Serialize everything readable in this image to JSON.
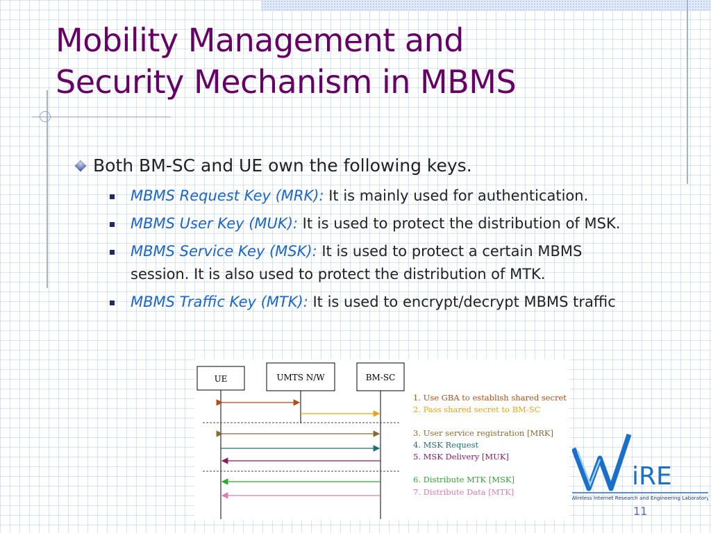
{
  "slide": {
    "title_lines": [
      "Mobility Management and",
      "Security Mechanism in MBMS"
    ],
    "main_bullet": "Both BM-SC and UE own the following keys.",
    "sub_bullets": [
      {
        "term": "MBMS Request Key (MRK):",
        "text": " It is mainly used for authentication."
      },
      {
        "term": "MBMS User Key (MUK):",
        "text": " It is used to protect the distribution of MSK."
      },
      {
        "term": "MBMS Service Key (MSK):",
        "text": " It is used to protect a certain MBMS session. It is also used to protect the distribution of MTK."
      },
      {
        "term": "MBMS Traffic Key (MTK):",
        "text": " It is used to encrypt/decrypt MBMS traffic"
      }
    ],
    "page_number": "11"
  },
  "diagram": {
    "entities": [
      "UE",
      "UMTS N/W",
      "BM-SC"
    ],
    "steps": [
      {
        "label": "1. Use GBA to establish shared secret",
        "color": "#b14d15"
      },
      {
        "label": "2. Pass shared secret to BM-SC",
        "color": "#e8a317"
      },
      {
        "label": "3. User service registration [MRK]",
        "color": "#8a6a2e"
      },
      {
        "label": "4. MSK Request",
        "color": "#1c6f78"
      },
      {
        "label": "5. MSK Delivery [MUK]",
        "color": "#8b1b5e"
      },
      {
        "label": "6. Distribute MTK [MSK]",
        "color": "#2fa82f"
      },
      {
        "label": "7. Distribute Data [MTK]",
        "color": "#e07ab0"
      }
    ]
  },
  "logo": {
    "mark": "WiRE",
    "subtitle": "Wireless Internet Research and Engineering Laboratory"
  }
}
